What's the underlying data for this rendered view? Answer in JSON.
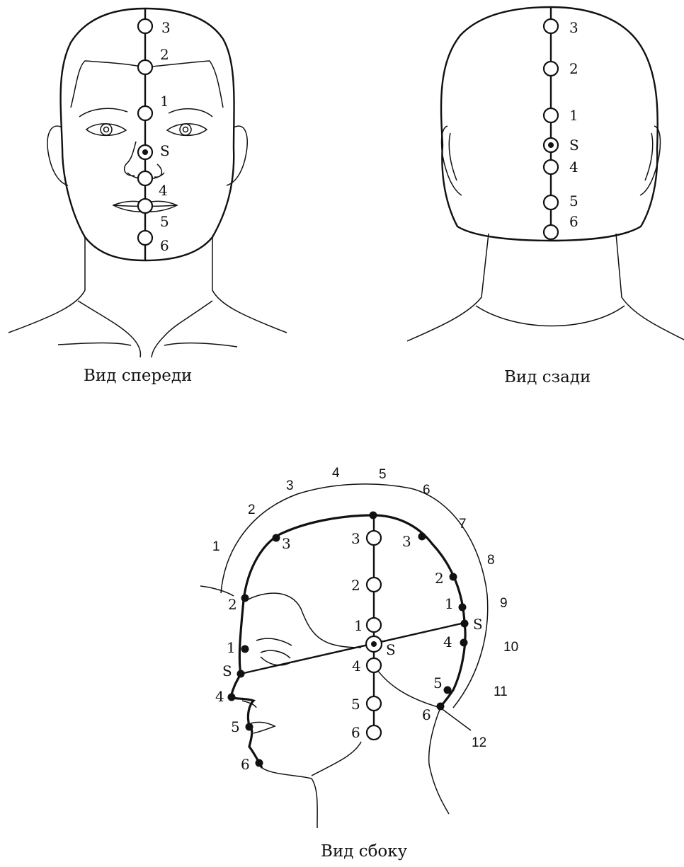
{
  "captions": {
    "front": "Вид спереди",
    "back": "Вид сзади",
    "side": "Вид сбоку"
  },
  "front_view": {
    "point_labels": [
      "3",
      "2",
      "1",
      "S",
      "4",
      "5",
      "6"
    ]
  },
  "back_view": {
    "point_labels": [
      "3",
      "2",
      "1",
      "S",
      "4",
      "5",
      "6"
    ]
  },
  "side_view": {
    "arc_labels": [
      "1",
      "2",
      "3",
      "4",
      "5",
      "6",
      "7",
      "8",
      "9",
      "10",
      "11",
      "12"
    ],
    "front_profile_labels": [
      "3",
      "2",
      "1",
      "S",
      "4",
      "5",
      "6"
    ],
    "back_profile_labels": [
      "3",
      "2",
      "1",
      "S",
      "4",
      "5",
      "6"
    ],
    "center_axis_labels": [
      "3",
      "2",
      "1",
      "S",
      "4",
      "5",
      "6"
    ]
  }
}
